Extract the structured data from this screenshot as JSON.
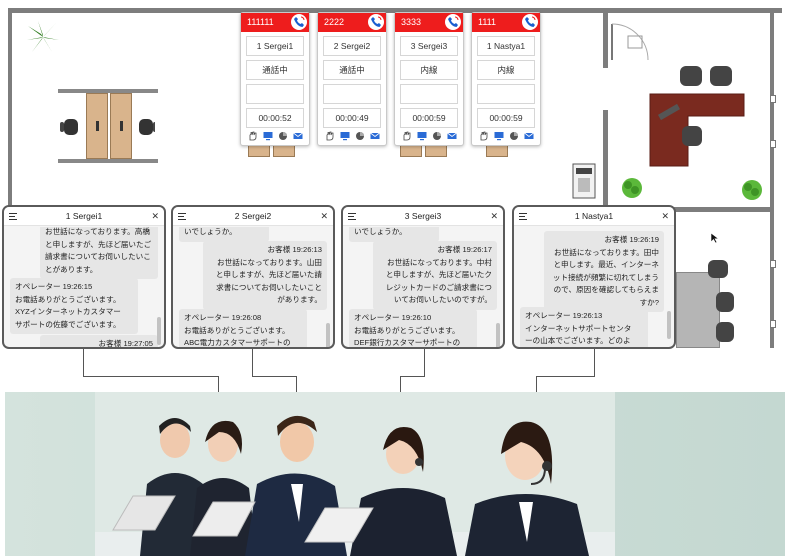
{
  "agents": [
    {
      "ext": "111111",
      "name": "1 Sergei1",
      "status": "通話中",
      "time": "00:00:52"
    },
    {
      "ext": "2222",
      "name": "2 Sergei2",
      "status": "通話中",
      "time": "00:00:49"
    },
    {
      "ext": "3333",
      "name": "3 Sergei3",
      "status": "内線",
      "time": "00:00:59"
    },
    {
      "ext": "1111",
      "name": "1 Nastya1",
      "status": "内線",
      "time": "00:00:59"
    }
  ],
  "chats": [
    {
      "title": "1 Sergei1",
      "m1": [
        "お世話になっております。高橋",
        "と申しますが、先ほど届いたご",
        "請求書についてお伺いしたいこ",
        "とがあります。"
      ],
      "m2_who": "オペレーター 19:26:15",
      "m2": [
        "お電話ありがとうございます。",
        "XYZインターネットカスタマー",
        "サポートの佐藤でございます。"
      ],
      "m3_who": "お客様 19:27:05"
    },
    {
      "title": "2 Sergei2",
      "m0": "いでしょうか。",
      "m1_who": "お客様 19:26:13",
      "m1": [
        "お世話になっております。山田",
        "と申しますが、先ほど届いた請",
        "求書についてお伺いしたいこと",
        "があります。"
      ],
      "m2_who": "オペレーター 19:26:08",
      "m2": [
        "お電話ありがとうございます。",
        "ABC電力カスタマーサポートの"
      ]
    },
    {
      "title": "3 Sergei3",
      "m0": "いでしょうか。",
      "m1_who": "お客様 19:26:17",
      "m1": [
        "お世話になっております。中村",
        "と申しますが、先ほど届いたク",
        "レジットカードのご請求書につ",
        "いてお伺いしたいのですが。"
      ],
      "m2_who": "オペレーター 19:26:10",
      "m2": [
        "お電話ありがとうございます。",
        "DEF銀行カスタマーサポートの"
      ]
    },
    {
      "title": "1 Nastya1",
      "m1_who": "お客様 19:26:19",
      "m1": [
        "お世話になっております。田中",
        "と申します。最近、インターネ",
        "ット接続が頻繁に切れてしまう",
        "ので、原因を確認してもらえま",
        "すか?"
      ],
      "m2_who": "オペレーター 19:26:13",
      "m2": [
        "インターネットサポートセンタ",
        "ーの山本でございます。どのよ"
      ]
    }
  ],
  "colors": {
    "card_header": "#ee1d1d",
    "wall": "#7d7d7d",
    "desk": "#d9b48c",
    "exec_desk": "#7a2a1f"
  },
  "icons": [
    "hand-icon",
    "monitor-icon",
    "pie-chart-icon",
    "mail-icon",
    "phone-icon",
    "menu-icon",
    "close-icon"
  ]
}
